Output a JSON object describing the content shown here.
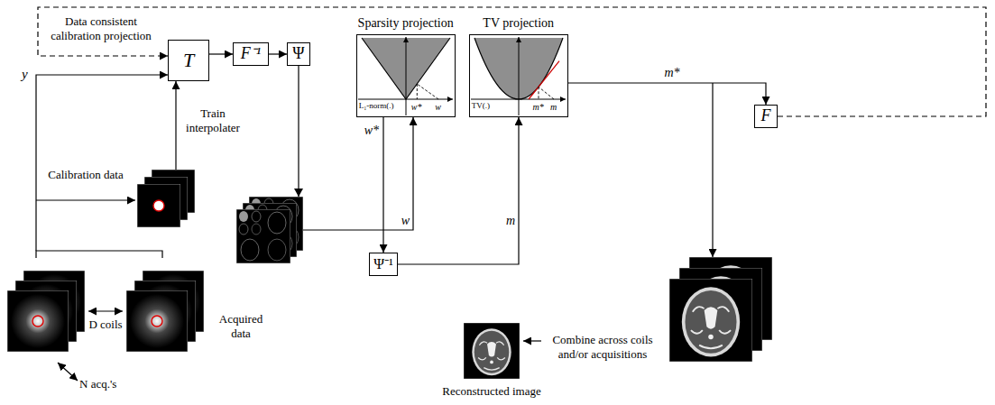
{
  "diagram": {
    "nodes": [
      {
        "text": [
          "T"
        ]
      },
      {
        "text": [
          "F⁻¹"
        ]
      },
      {
        "text": [
          "Ψ"
        ]
      },
      {
        "text": [
          "Sparsity projection",
          "L₁-norm(.)",
          "w*",
          "w"
        ]
      },
      {
        "text": [
          "TV projection",
          "TV(.)",
          "m*",
          "m"
        ]
      },
      {
        "text": [
          "Ψ⁻¹"
        ]
      },
      {
        "text": [
          "F"
        ]
      }
    ],
    "edges": [
      {
        "from": 0,
        "to": 1,
        "arrow": "to"
      },
      {
        "from": 1,
        "to": 2,
        "arrow": "to"
      },
      {
        "from": 2,
        "to": 3,
        "label": "w",
        "arrow": "to"
      },
      {
        "from": 3,
        "to": 5,
        "label": "w*",
        "arrow": "to"
      },
      {
        "from": 5,
        "to": 4,
        "label": "m",
        "arrow": "to"
      },
      {
        "from": 4,
        "to": 6,
        "label": "m*",
        "arrow": "to"
      },
      {
        "from": 6,
        "to": 0,
        "label": "Data consistent calibration projection",
        "arrow": "to"
      }
    ],
    "labels": [
      "y",
      "Calibration data",
      "Train interpolater",
      "D coils",
      "N acq.'s",
      "Acquired data",
      "Combine across coils and/or acquisitions",
      "Reconstructed image"
    ]
  }
}
